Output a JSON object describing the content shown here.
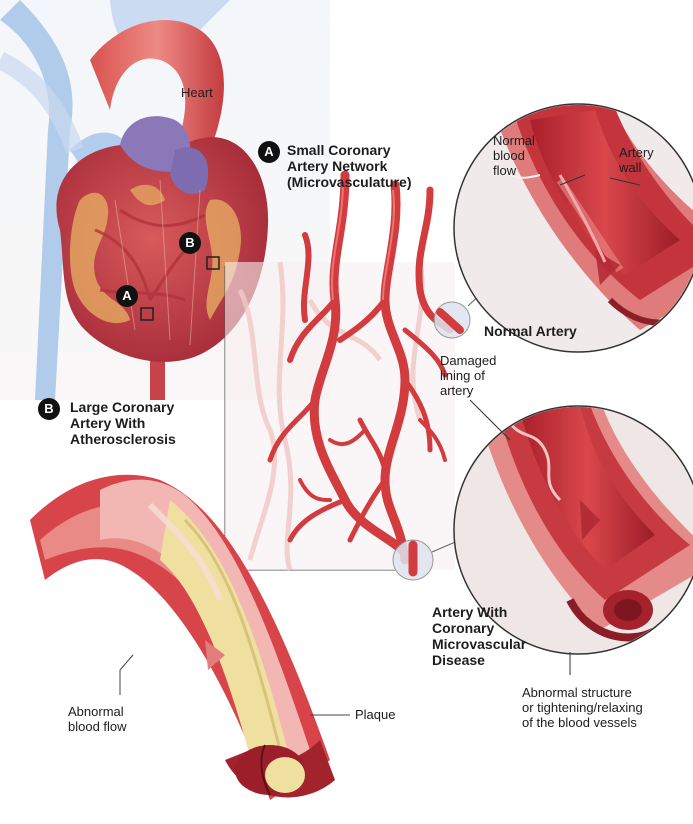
{
  "labels": {
    "heart": "Heart",
    "small_network_line1": "Small Coronary",
    "small_network_line2": "Artery Network",
    "small_network_line3": "(Microvasculature)",
    "normal_blood_flow_line1": "Normal",
    "normal_blood_flow_line2": "blood",
    "normal_blood_flow_line3": "flow",
    "artery_wall_line1": "Artery",
    "artery_wall_line2": "wall",
    "normal_artery": "Normal Artery",
    "damaged_line1": "Damaged",
    "damaged_line2": "lining of",
    "damaged_line3": "artery",
    "large_line1": "Large Coronary",
    "large_line2": "Artery With",
    "large_line3": "Atherosclerosis",
    "cmd_line1": "Artery With",
    "cmd_line2": "Coronary",
    "cmd_line3": "Microvascular",
    "cmd_line4": "Disease",
    "abnormal_flow_line1": "Abnormal",
    "abnormal_flow_line2": "blood flow",
    "plaque": "Plaque",
    "abnormal_structure_line1": "Abnormal structure",
    "abnormal_structure_line2": "or tightening/relaxing",
    "abnormal_structure_line3": "of the blood vessels"
  },
  "markers": {
    "a": "A",
    "b": "B"
  },
  "colors": {
    "artery_red": "#c8323a",
    "artery_light": "#e8797c",
    "plaque_yellow": "#efe0a0",
    "heart_purple": "#7b6aa8",
    "vein_blue": "#8fb3de",
    "fat_orange": "#e0a45a"
  }
}
